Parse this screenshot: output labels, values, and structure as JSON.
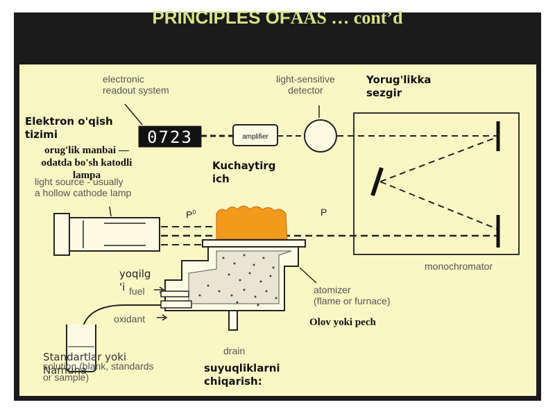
{
  "title": {
    "part1": "PRINCIPLES OF",
    "part2": "AAS  … cont’d"
  },
  "labels": {
    "readout": [
      "electronic",
      "readout system"
    ],
    "detector": [
      "light-sensitive",
      "detector"
    ],
    "amplifier": "amplifier",
    "display_value": "0723",
    "light_source": [
      "light source - usually",
      "a hollow cathode lamp"
    ],
    "p0": "P",
    "p0_sup": "0",
    "p": "P",
    "monochromator": "monochromator",
    "atomizer": [
      "atomizer",
      "(flame or furnace)"
    ],
    "fuel": "fuel",
    "oxidant": "oxidant",
    "drain": "drain",
    "solution": [
      "solution (blank, standards",
      "or sample)"
    ]
  },
  "uzbek": {
    "elektron": [
      "Elektron o'qish",
      "tizimi"
    ],
    "yorug": [
      "Yorug'likka",
      "sezgir"
    ],
    "manba": [
      "orug'lik manbai —",
      "odatda bo'sh katodli",
      "lampa"
    ],
    "kuchay": [
      "Kuchaytirg",
      "ich"
    ],
    "yoqilg": [
      "yoqilg",
      "'i"
    ],
    "olov": "Olov yoki pech",
    "standart": [
      "Standartlar yoki",
      "Namuna"
    ],
    "suyuq": [
      "suyuqliklarni",
      "chiqarish:"
    ]
  },
  "colors": {
    "panel": "#fbf7c4",
    "slide": "#1b1b1b",
    "title": "#d9e38a",
    "flame": "#f39a1c"
  }
}
